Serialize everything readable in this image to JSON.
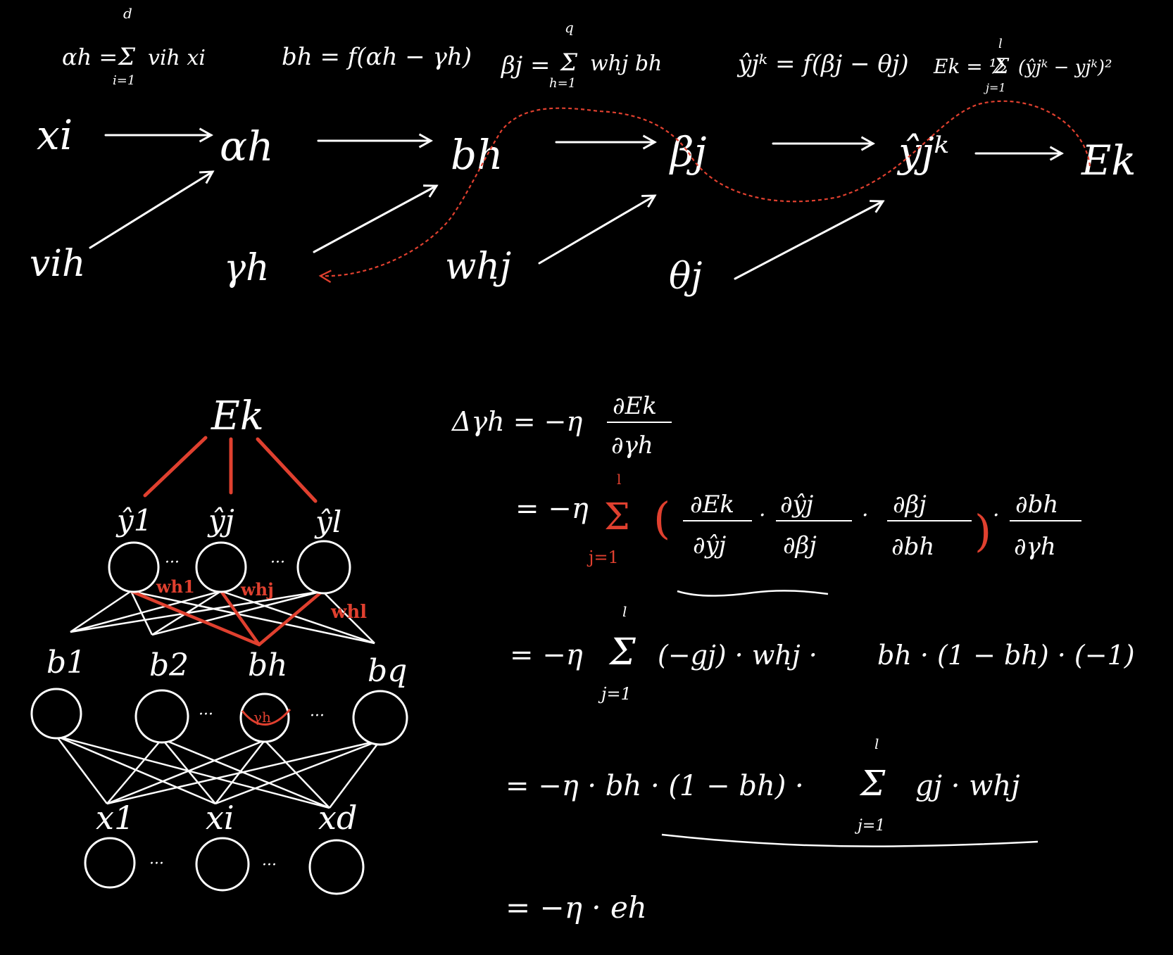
{
  "colors": {
    "background": "#000000",
    "ink": "#ffffff",
    "highlight": "#e0402f"
  },
  "top_formulas": {
    "alpha": {
      "lhs": "αh =",
      "sum": "Σ",
      "upper": "d",
      "lower": "i=1",
      "body": "vih xi"
    },
    "b": {
      "text": "bh = f(αh − γh)"
    },
    "beta": {
      "lhs": "βj =",
      "sum": "Σ",
      "upper": "q",
      "lower": "h=1",
      "body": "whj bh"
    },
    "yhat": {
      "text": "ŷjᵏ = f(βj − θj)"
    },
    "E": {
      "lhs": "Ek = ½",
      "sum": "Σ",
      "upper": "l",
      "lower": "j=1",
      "body": "(ŷjᵏ − yjᵏ)²"
    }
  },
  "chain": {
    "x": "xi",
    "alpha": "αh",
    "b": "bh",
    "beta": "βj",
    "y": "ŷjᵏ",
    "E": "Ek",
    "v": "vih",
    "gamma": "γh",
    "w": "whj",
    "theta": "θj"
  },
  "network": {
    "error": "Ek",
    "outputs": [
      "ŷ1",
      "ŷj",
      "ŷl"
    ],
    "weights": [
      "wh1",
      "whj",
      "whl"
    ],
    "hidden": [
      "b1",
      "b2",
      "bh",
      "bq"
    ],
    "hidden_gamma": "γh",
    "inputs": [
      "x1",
      "xi",
      "xd"
    ],
    "dots": "···"
  },
  "derivation": {
    "line1": {
      "lhs": "Δγh = −η",
      "num": "∂Ek",
      "den": "∂γh"
    },
    "line2": {
      "eq": "= −η",
      "sum": "Σ",
      "upper": "l",
      "lower": "j=1",
      "f1_num": "∂Ek",
      "f1_den": "∂ŷj",
      "f2_num": "∂ŷj",
      "f2_den": "∂βj",
      "f3_num": "∂βj",
      "f3_den": "∂bh",
      "f4_num": "∂bh",
      "f4_den": "∂γh"
    },
    "line3": {
      "eq": "= −η",
      "sum": "Σ",
      "upper": "l",
      "lower": "j=1",
      "body": "(−gj) · whj ·",
      "tail": "bh · (1 − bh) · (−1)"
    },
    "line4": {
      "eq": "=  −η · bh · (1 − bh) ·",
      "sum": "Σ",
      "upper": "l",
      "lower": "j=1",
      "body": "gj · whj"
    },
    "line5": {
      "text": "=  −η · eh"
    }
  }
}
